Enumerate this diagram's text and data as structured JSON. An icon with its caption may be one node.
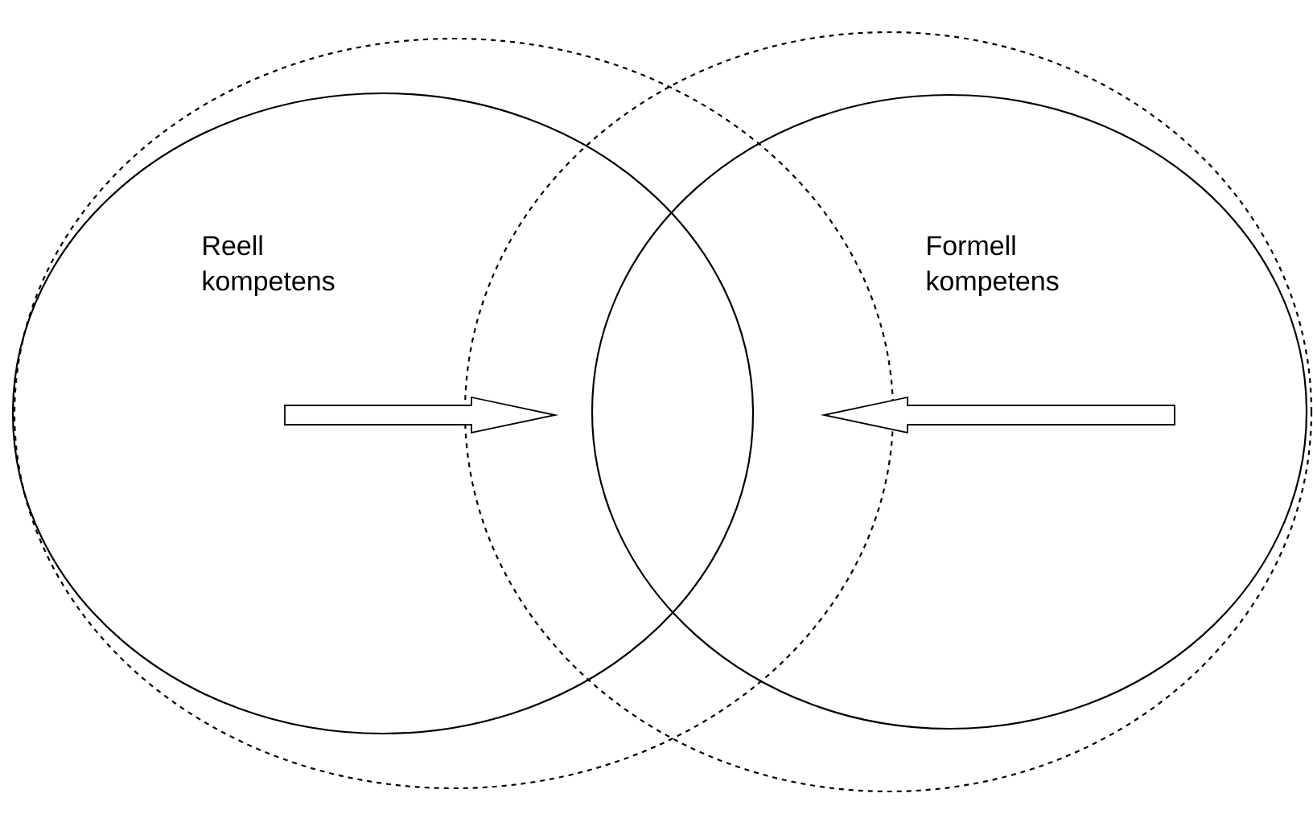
{
  "diagram": {
    "nodes": [
      {
        "text": [],
        "shape": "circle"
      },
      {
        "text": [
          "Reell kompetens"
        ],
        "in": 0
      },
      {
        "text": [],
        "shape": "circle"
      },
      {
        "text": [
          "Formell kompetens"
        ],
        "in": 2
      }
    ]
  }
}
